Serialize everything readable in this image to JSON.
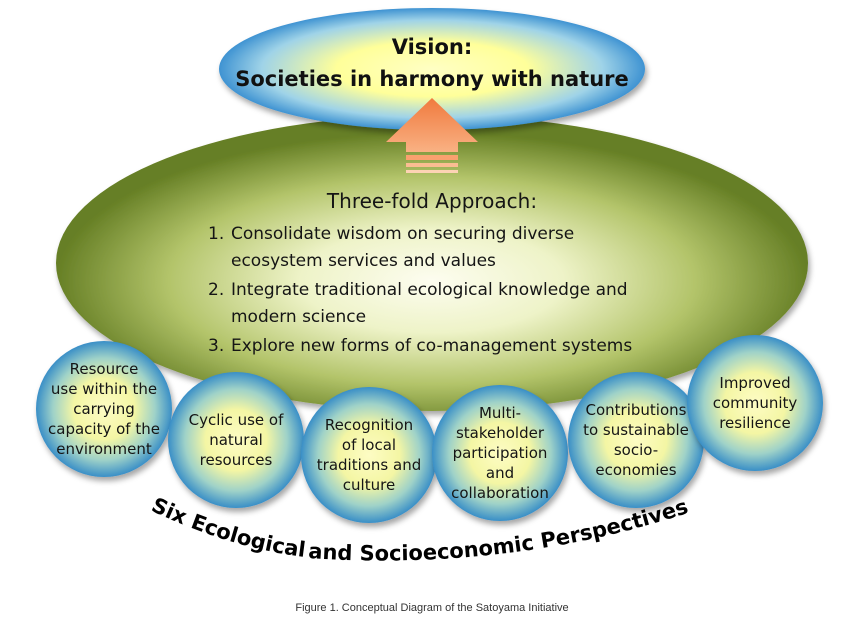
{
  "vision": {
    "heading": "Vision:",
    "statement": "Societies in harmony with nature"
  },
  "approach": {
    "title": "Three-fold Approach:",
    "items": [
      {
        "number": "1.",
        "lines": [
          "Consolidate wisdom on securing diverse",
          "ecosystem services and values"
        ]
      },
      {
        "number": "2.",
        "lines": [
          "Integrate traditional ecological knowledge and",
          "modern science"
        ]
      },
      {
        "number": "3.",
        "lines": [
          "Explore new forms of co-management systems"
        ]
      }
    ]
  },
  "perspectives": {
    "title_part1": "Six Ecological",
    "title_part2": "and Socioeconomic Perspectives",
    "circles": [
      {
        "lines": [
          "Resource",
          "use within the",
          "carrying",
          "capacity of the",
          "environment"
        ]
      },
      {
        "lines": [
          "Cyclic use of",
          "natural",
          "resources"
        ]
      },
      {
        "lines": [
          "Recognition",
          "of local",
          "traditions and",
          "culture"
        ]
      },
      {
        "lines": [
          "Multi-",
          "stakeholder",
          "participation",
          "and",
          "collaboration"
        ]
      },
      {
        "lines": [
          "Contributions",
          "to sustainable",
          "socio-",
          "economies"
        ]
      },
      {
        "lines": [
          "Improved",
          "community",
          "resilience"
        ]
      }
    ]
  },
  "caption": "Figure 1. Conceptual Diagram of the Satoyama Initiative",
  "colors": {
    "vision_edge": "#4a9fd8",
    "vision_center": "#ffffb0",
    "approach_edge": "#6f8a2c",
    "approach_center": "#fbfce8",
    "arrow": "#f2844a",
    "circle_edge": "#3f93c9",
    "circle_center": "#fdfbb8"
  }
}
